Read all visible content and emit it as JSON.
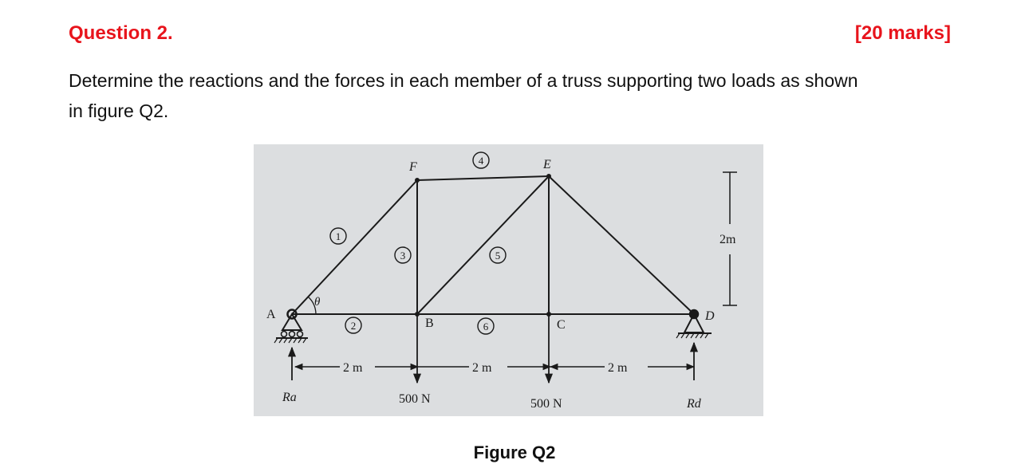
{
  "question": {
    "title": "Question 2.",
    "marks": "[20 marks]",
    "text_line1": "Determine the reactions and the forces in each member of a truss supporting two loads as shown",
    "text_line2": "in figure Q2."
  },
  "figure": {
    "caption": "Figure Q2",
    "joints": {
      "a": "A",
      "b": "B",
      "c": "C",
      "d": "D",
      "e": "E",
      "f": "F"
    },
    "members": [
      "1",
      "2",
      "3",
      "4",
      "5",
      "6"
    ],
    "angle": "θ",
    "height_dim": "2m",
    "spans": [
      "2 m",
      "2 m",
      "2 m"
    ],
    "loads": [
      "500 N",
      "500 N"
    ],
    "reaction_a": "Ra",
    "reaction_d": "Rd"
  },
  "colors": {
    "accent": "#e8141c",
    "paper": "#dcdee0",
    "ink": "#1a1a1a"
  }
}
